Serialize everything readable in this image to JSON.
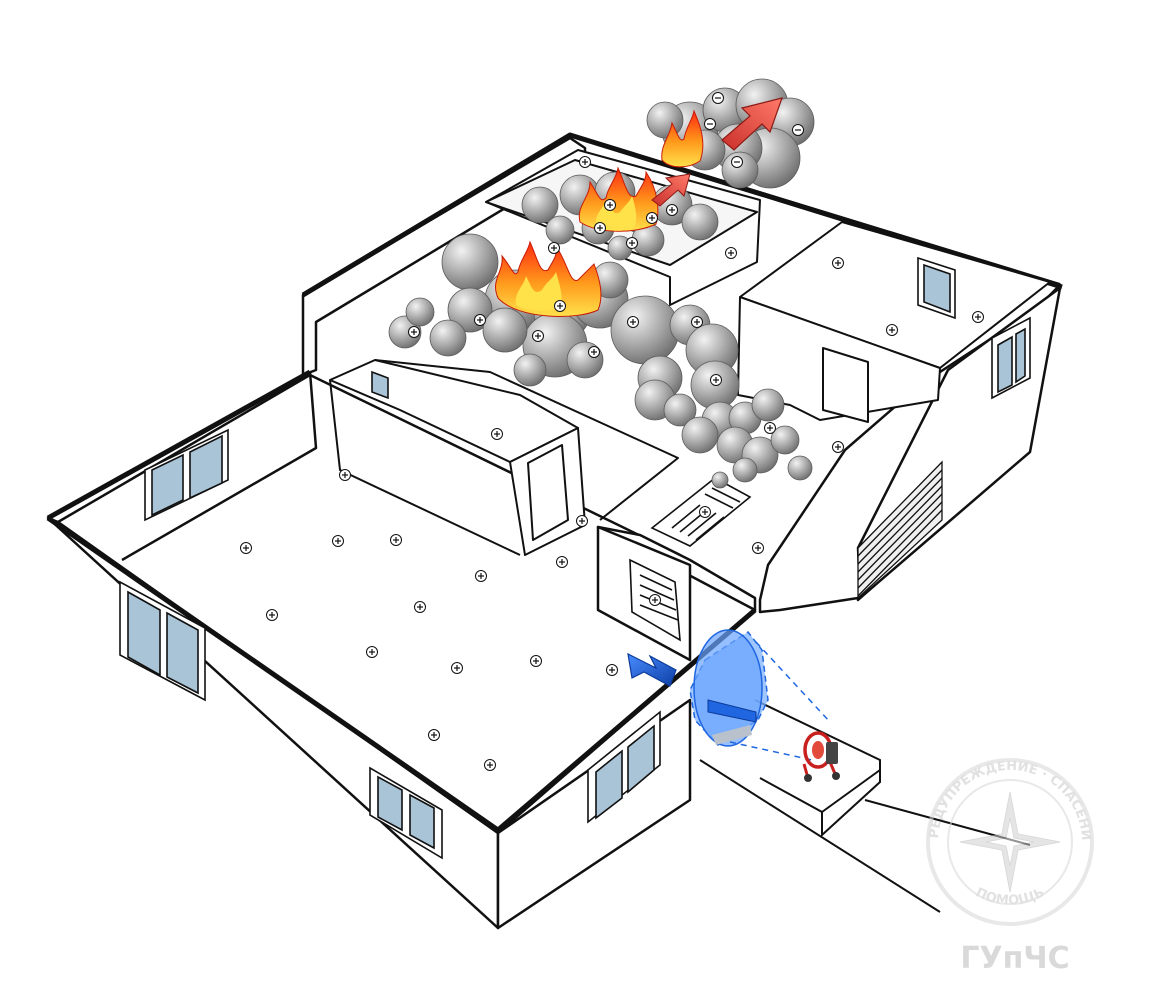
{
  "diagram": {
    "subject": "isometric-building-cutaway",
    "particle_sign_inside": "+",
    "particle_sign_outside": "−",
    "colors": {
      "outline": "#111111",
      "wall": "#ffffff",
      "floor": "#ffffff",
      "smoke": "#a8a8a8",
      "smoke_highlight": "#e4e4e4",
      "fire_outer": "#ff2a10",
      "fire_inner": "#ffd21c",
      "exhaust_arrow": "#ef5a4a",
      "supply_arrow": "#1f66e0",
      "air_cone": "#7fb3ff",
      "fan": "#c8201e",
      "window_glass": "#a9c4d6",
      "watermark": "#d6d6d6"
    }
  },
  "watermark": {
    "ring_text_top": "ПРЕДУПРЕЖДЕНИЕ · СПАСЕНИЕ",
    "ring_text_bottom": "ПОМОЩЬ",
    "brand": "ГУпЧС"
  }
}
